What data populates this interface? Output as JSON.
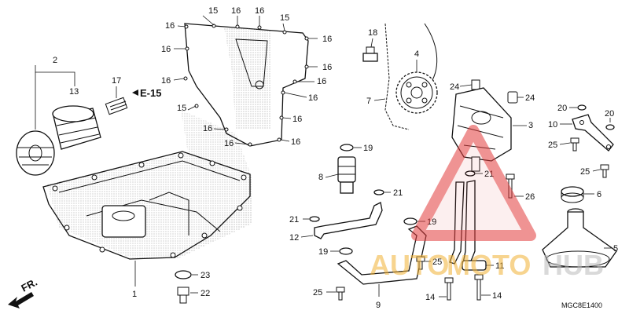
{
  "callouts": {
    "c1": "1",
    "c2": "2",
    "c3": "3",
    "c4": "4",
    "c5": "5",
    "c6": "6",
    "c7": "7",
    "c8": "8",
    "c9": "9",
    "c10": "10",
    "c11": "11",
    "c12": "12",
    "c13": "13",
    "c14": "14",
    "c15": "15",
    "c16": "16",
    "c17": "17",
    "c18": "18",
    "c19": "19",
    "c20": "20",
    "c21": "21",
    "c22": "22",
    "c23": "23",
    "c24": "24",
    "c25": "25",
    "c26": "26"
  },
  "reference": "E-15",
  "front_arrow": "FR.",
  "diagram_code": "MGC8E1400",
  "watermark": {
    "part1": "AUTO",
    "part2": "MOTO",
    "part3": "HUB",
    "color": "#e23b3b",
    "accent": "#f2b134"
  }
}
